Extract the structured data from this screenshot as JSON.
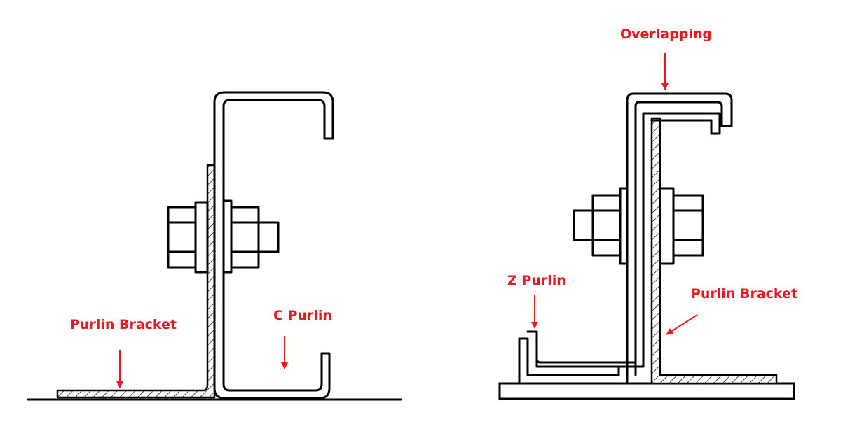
{
  "colors": {
    "label": "#e8191f",
    "line": "#000000",
    "background": "#ffffff"
  },
  "left_diagram": {
    "label_bracket": "Purlin Bracket",
    "label_purlin": "C Purlin"
  },
  "right_diagram": {
    "label_overlap": "Overlapping",
    "label_purlin": "Z Purlin",
    "label_bracket": "Purlin Bracket"
  }
}
